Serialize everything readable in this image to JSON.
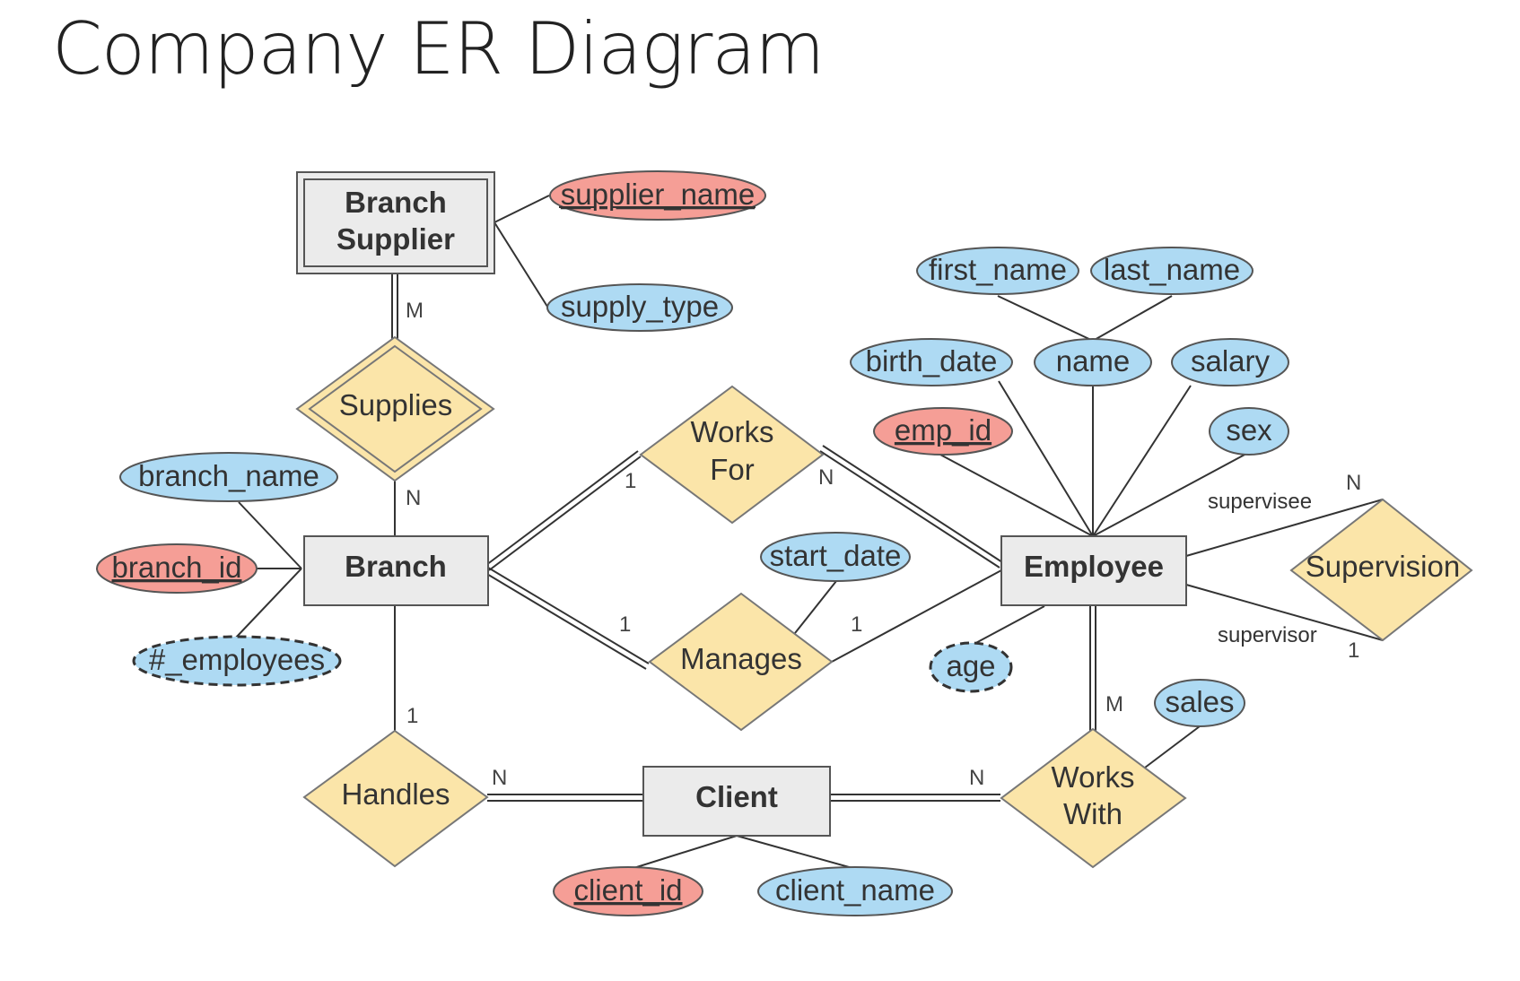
{
  "title": "Company ER Diagram",
  "colors": {
    "entity_fill": "#ebebeb",
    "relationship_fill": "#fbe5a9",
    "attribute_fill": "#aedaf3",
    "key_attribute_fill": "#f59e96",
    "outline": "#333333"
  },
  "entities": {
    "branch_supplier": [
      "Branch",
      "Supplier"
    ],
    "branch": "Branch",
    "employee": "Employee",
    "client": "Client"
  },
  "relationships": {
    "supplies": "Supplies",
    "works_for": [
      "Works",
      "For"
    ],
    "manages": "Manages",
    "supervision": "Supervision",
    "handles": "Handles",
    "works_with": [
      "Works",
      "With"
    ]
  },
  "attributes": {
    "supplier_name": "supplier_name",
    "supply_type": "supply_type",
    "first_name": "first_name",
    "last_name": "last_name",
    "birth_date": "birth_date",
    "name": "name",
    "salary": "salary",
    "emp_id": "emp_id",
    "sex": "sex",
    "branch_name": "branch_name",
    "branch_id": "branch_id",
    "num_employees": "#_employees",
    "start_date": "start_date",
    "age": "age",
    "sales": "sales",
    "client_id": "client_id",
    "client_name": "client_name"
  },
  "cardinalities": {
    "supplies_supplier": "M",
    "supplies_branch": "N",
    "works_for_branch": "1",
    "works_for_employee": "N",
    "manages_branch": "1",
    "manages_employee": "1",
    "supervision_supervisee": "N",
    "supervision_supervisor": "1",
    "handles_branch": "1",
    "handles_client": "N",
    "works_with_client": "N",
    "works_with_employee": "M"
  },
  "roles": {
    "supervisee": "supervisee",
    "supervisor": "supervisor"
  }
}
